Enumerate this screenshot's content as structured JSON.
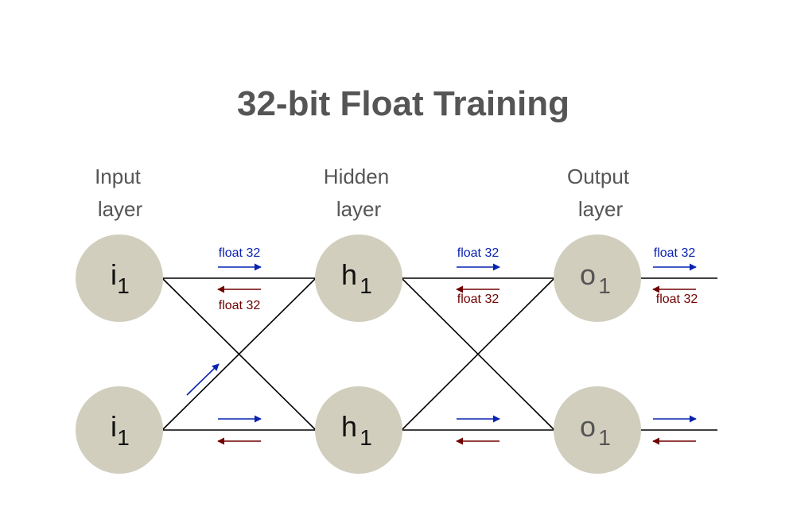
{
  "title": "32-bit Float Training",
  "layers": [
    {
      "id": "input",
      "label_lines": [
        "Input",
        "layer"
      ]
    },
    {
      "id": "hidden",
      "label_lines": [
        "Hidden",
        "layer"
      ]
    },
    {
      "id": "output",
      "label_lines": [
        "Output",
        "layer"
      ]
    }
  ],
  "nodes": [
    {
      "id": "input-top",
      "layer": "input",
      "row": "top",
      "main": "i",
      "sub": "1"
    },
    {
      "id": "input-bottom",
      "layer": "input",
      "row": "bottom",
      "main": "i",
      "sub": "1"
    },
    {
      "id": "hidden-top",
      "layer": "hidden",
      "row": "top",
      "main": "h",
      "sub": "1"
    },
    {
      "id": "hidden-bottom",
      "layer": "hidden",
      "row": "bottom",
      "main": "h",
      "sub": "1"
    },
    {
      "id": "output-top",
      "layer": "output",
      "row": "top",
      "main": "o",
      "sub": "1"
    },
    {
      "id": "output-bottom",
      "layer": "output",
      "row": "bottom",
      "main": "o",
      "sub": "1"
    }
  ],
  "edges": [
    {
      "from": "input-top",
      "to": "hidden-top"
    },
    {
      "from": "input-top",
      "to": "hidden-bottom"
    },
    {
      "from": "input-bottom",
      "to": "hidden-top"
    },
    {
      "from": "input-bottom",
      "to": "hidden-bottom"
    },
    {
      "from": "hidden-top",
      "to": "output-top"
    },
    {
      "from": "hidden-top",
      "to": "output-bottom"
    },
    {
      "from": "hidden-bottom",
      "to": "output-top"
    },
    {
      "from": "hidden-bottom",
      "to": "output-bottom"
    },
    {
      "from": "output-top",
      "to": "out"
    },
    {
      "from": "output-bottom",
      "to": "out"
    }
  ],
  "arrows": [
    {
      "id": "fwd-in-hid-top",
      "segment": "input-hidden",
      "row": "top",
      "direction": "forward",
      "label": "float 32"
    },
    {
      "id": "bwd-in-hid-top",
      "segment": "input-hidden",
      "row": "top",
      "direction": "backward",
      "label": "float 32"
    },
    {
      "id": "fwd-hid-out-top",
      "segment": "hidden-output",
      "row": "top",
      "direction": "forward",
      "label": "float 32"
    },
    {
      "id": "bwd-hid-out-top",
      "segment": "hidden-output",
      "row": "top",
      "direction": "backward",
      "label": "float 32"
    },
    {
      "id": "fwd-out-top",
      "segment": "output-exit",
      "row": "top",
      "direction": "forward",
      "label": "float 32"
    },
    {
      "id": "bwd-out-top",
      "segment": "output-exit",
      "row": "top",
      "direction": "backward",
      "label": "float 32"
    },
    {
      "id": "fwd-diag",
      "segment": "input-hidden",
      "row": "diagonal",
      "direction": "forward",
      "label": ""
    },
    {
      "id": "fwd-in-hid-bot",
      "segment": "input-hidden",
      "row": "bottom",
      "direction": "forward",
      "label": ""
    },
    {
      "id": "bwd-in-hid-bot",
      "segment": "input-hidden",
      "row": "bottom",
      "direction": "backward",
      "label": ""
    },
    {
      "id": "fwd-hid-out-bot",
      "segment": "hidden-output",
      "row": "bottom",
      "direction": "forward",
      "label": ""
    },
    {
      "id": "bwd-hid-out-bot",
      "segment": "hidden-output",
      "row": "bottom",
      "direction": "backward",
      "label": ""
    },
    {
      "id": "fwd-out-bot",
      "segment": "output-exit",
      "row": "bottom",
      "direction": "forward",
      "label": ""
    },
    {
      "id": "bwd-out-bot",
      "segment": "output-exit",
      "row": "bottom",
      "direction": "backward",
      "label": ""
    }
  ],
  "colors": {
    "background": "#ffffff",
    "title": "#555555",
    "layer_label": "#555555",
    "node_fill": "#d1cebd",
    "node_text_input_hidden": "#111111",
    "node_text_output": "#555555",
    "edge": "#000000",
    "forward": "#0a22b0",
    "backward": "#700000"
  }
}
